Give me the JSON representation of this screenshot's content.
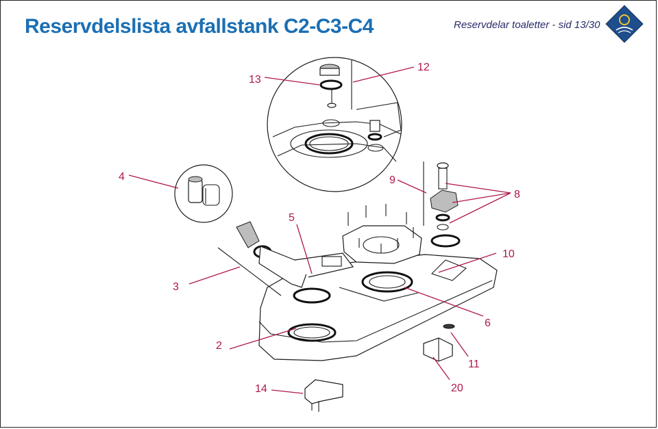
{
  "header": {
    "title": "Reservdelslista avfallstank C2-C3-C4",
    "subtitle": "Reservdelar toaletter - sid 13/30"
  },
  "colors": {
    "title": "#1b6fb4",
    "callout": "#b0174f",
    "logo": "#1e4e8c"
  },
  "logo": {
    "icon": "company-logo-icon"
  },
  "callouts": {
    "c13": "13",
    "c12": "12",
    "c4": "4",
    "c9": "9",
    "c8": "8",
    "c5": "5",
    "c10": "10",
    "c3": "3",
    "c6": "6",
    "c2": "2",
    "c11": "11",
    "c14": "14",
    "c20": "20"
  }
}
